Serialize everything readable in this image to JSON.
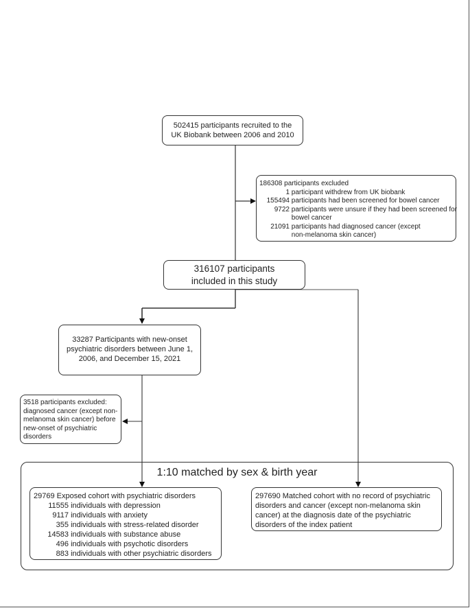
{
  "recruited": {
    "line1": "502415  participants recruited to the",
    "line2": "UK Biobank between 2006 and 2010"
  },
  "excluded_initial": {
    "title": "186308 participants excluded",
    "items": [
      {
        "count": "1",
        "text": "participant withdrew from UK biobank"
      },
      {
        "count": "155494",
        "text": "participants had been screened for bowel cancer"
      },
      {
        "count": "9722",
        "text": "participants were unsure if they had been screened for"
      },
      {
        "count": "",
        "text": "bowel cancer"
      },
      {
        "count": "21091",
        "text": "participants had diagnosed cancer (except"
      },
      {
        "count": "",
        "text": "non-melanoma skin cancer)"
      }
    ]
  },
  "included": {
    "line1": "316107 participants",
    "line2": "included in this study"
  },
  "new_onset": {
    "line1": "33287  Participants with new-onset",
    "line2": "psychiatric disorders between June 1,",
    "line3": "2006, and December 15, 2021"
  },
  "excluded_cancer": {
    "line1": "3518 participants excluded:",
    "line2": "diagnosed cancer (except non-",
    "line3": "melanoma skin cancer) before",
    "line4": "new-onset of psychiatric",
    "line5": "disorders"
  },
  "matched_title": "1:10 matched by sex & birth year",
  "exposed": {
    "title": "29769 Exposed cohort with psychiatric disorders",
    "items": [
      {
        "count": "11555",
        "text": "individuals with depression"
      },
      {
        "count": "9117",
        "text": "individuals with anxiety"
      },
      {
        "count": "355",
        "text": "individuals with stress-related disorder"
      },
      {
        "count": "14583",
        "text": "individuals with substance abuse"
      },
      {
        "count": "496",
        "text": "individuals with psychotic disorders"
      },
      {
        "count": "883",
        "text": "individuals with other psychiatric disorders"
      }
    ]
  },
  "matched_cohort": {
    "line1": "297690 Matched cohort with no record of psychiatric",
    "line2": "disorders  and cancer (except non-melanoma skin",
    "line3": "cancer) at the diagnosis date of the psychiatric",
    "line4": "disorders of the index patient"
  }
}
